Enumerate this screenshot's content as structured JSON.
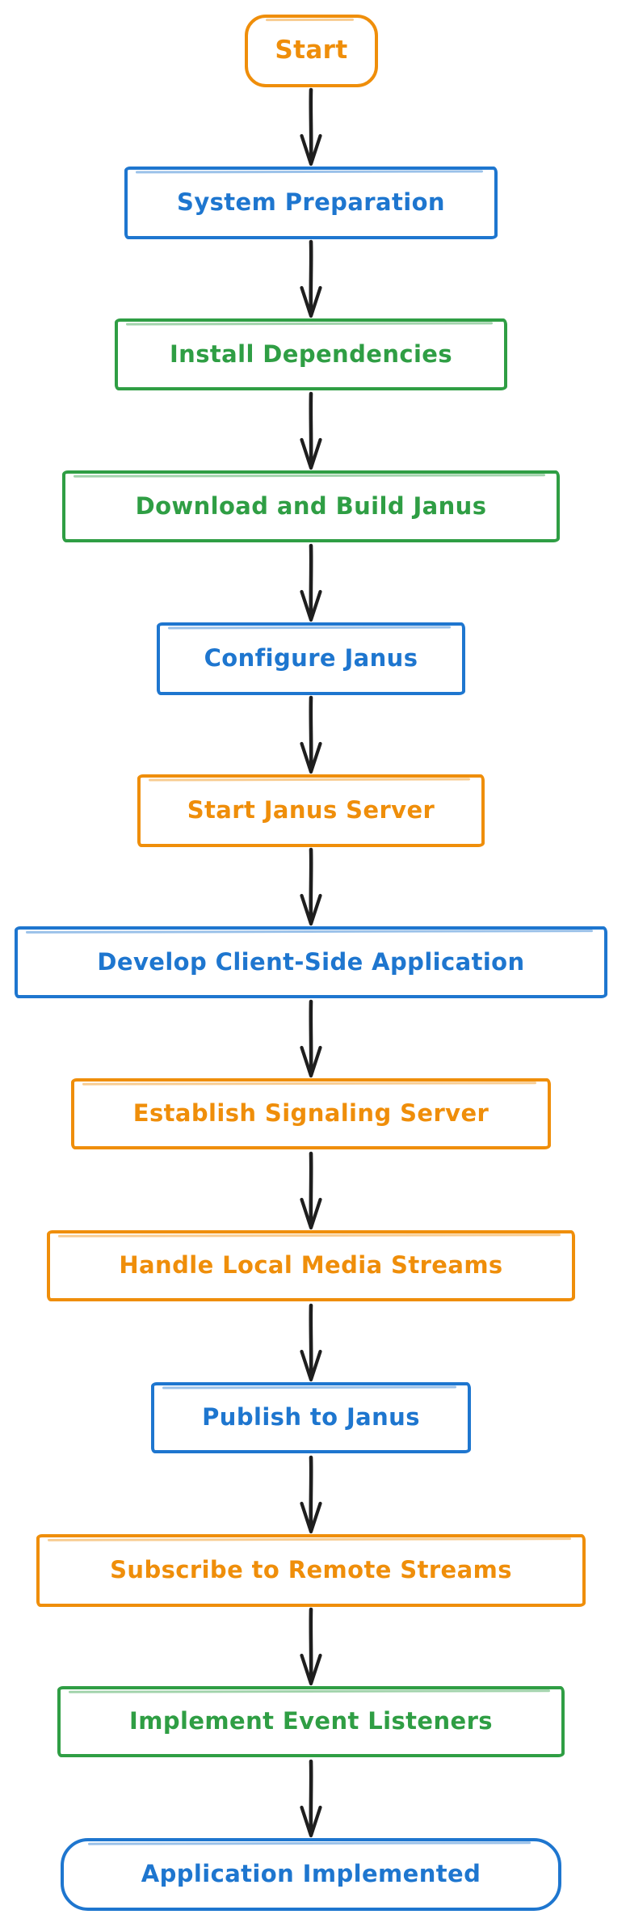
{
  "diagram": {
    "type": "flowchart",
    "direction": "top-down",
    "style": "hand-drawn",
    "background": "#ffffff",
    "palette": {
      "orange": "#ef8e0a",
      "blue": "#1e76cf",
      "green": "#2f9e44",
      "arrow": "#1e1e1e"
    },
    "nodes": [
      {
        "id": "start",
        "label": "Start",
        "shape": "rounded",
        "color": "orange"
      },
      {
        "id": "system-preparation",
        "label": "System Preparation",
        "shape": "rect",
        "color": "blue"
      },
      {
        "id": "install-dependencies",
        "label": "Install Dependencies",
        "shape": "rect",
        "color": "green"
      },
      {
        "id": "download-and-build-janus",
        "label": "Download and Build Janus",
        "shape": "rect",
        "color": "green"
      },
      {
        "id": "configure-janus",
        "label": "Configure Janus",
        "shape": "rect",
        "color": "blue"
      },
      {
        "id": "start-janus-server",
        "label": "Start Janus Server",
        "shape": "rect",
        "color": "orange"
      },
      {
        "id": "develop-client-side-app",
        "label": "Develop Client-Side Application",
        "shape": "rect",
        "color": "blue"
      },
      {
        "id": "establish-signaling",
        "label": "Establish Signaling Server",
        "shape": "rect",
        "color": "orange"
      },
      {
        "id": "handle-local-media",
        "label": "Handle Local Media Streams",
        "shape": "rect",
        "color": "orange"
      },
      {
        "id": "publish-to-janus",
        "label": "Publish to Janus",
        "shape": "rect",
        "color": "blue"
      },
      {
        "id": "subscribe-remote-streams",
        "label": "Subscribe to Remote Streams",
        "shape": "rect",
        "color": "orange"
      },
      {
        "id": "implement-event-listeners",
        "label": "Implement Event Listeners",
        "shape": "rect",
        "color": "green"
      },
      {
        "id": "application-implemented",
        "label": "Application Implemented",
        "shape": "terminal",
        "color": "blue"
      }
    ],
    "edges": [
      {
        "from": "start",
        "to": "system-preparation"
      },
      {
        "from": "system-preparation",
        "to": "install-dependencies"
      },
      {
        "from": "install-dependencies",
        "to": "download-and-build-janus"
      },
      {
        "from": "download-and-build-janus",
        "to": "configure-janus"
      },
      {
        "from": "configure-janus",
        "to": "start-janus-server"
      },
      {
        "from": "start-janus-server",
        "to": "develop-client-side-app"
      },
      {
        "from": "develop-client-side-app",
        "to": "establish-signaling"
      },
      {
        "from": "establish-signaling",
        "to": "handle-local-media"
      },
      {
        "from": "handle-local-media",
        "to": "publish-to-janus"
      },
      {
        "from": "publish-to-janus",
        "to": "subscribe-remote-streams"
      },
      {
        "from": "subscribe-remote-streams",
        "to": "implement-event-listeners"
      },
      {
        "from": "implement-event-listeners",
        "to": "application-implemented"
      }
    ]
  }
}
